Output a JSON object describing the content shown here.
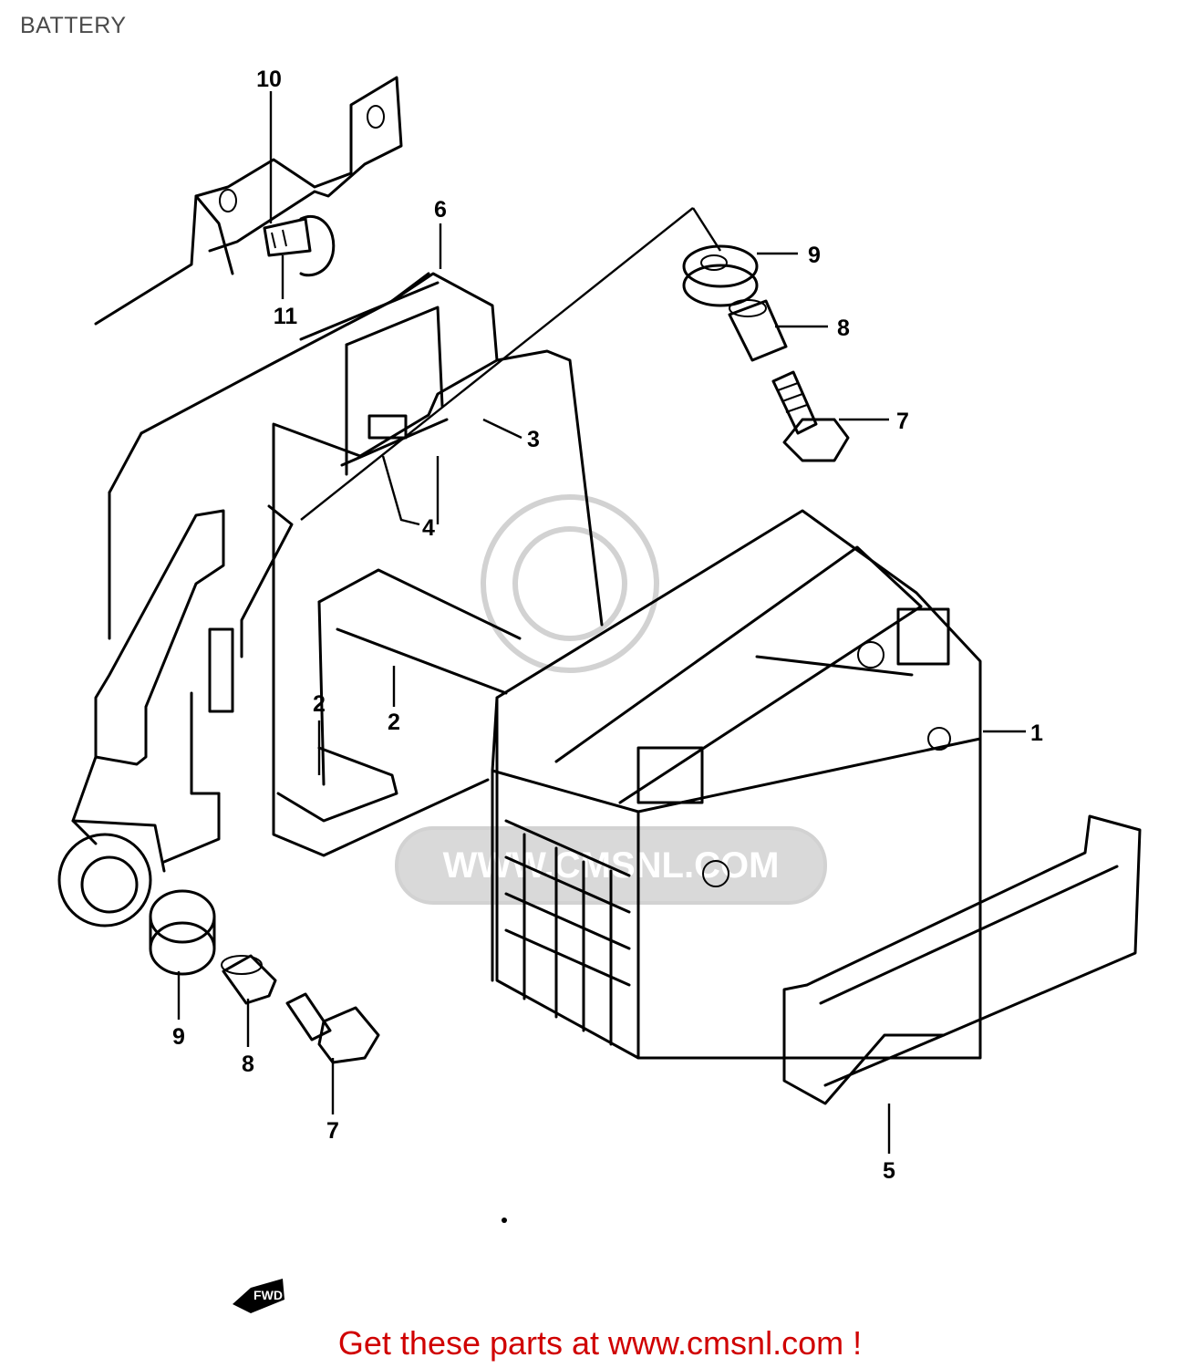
{
  "title": "BATTERY",
  "callouts": {
    "c1": "1",
    "c2a": "2",
    "c2b": "2",
    "c3": "3",
    "c4": "4",
    "c5": "5",
    "c6": "6",
    "c7a": "7",
    "c7b": "7",
    "c8a": "8",
    "c8b": "8",
    "c9a": "9",
    "c9b": "9",
    "c10": "10",
    "c11": "11"
  },
  "watermark": {
    "text": "WWW.CMSNL.COM"
  },
  "fwd_badge": "FWD",
  "footer": {
    "text": "Get these parts at www.cmsnl.com !"
  },
  "colors": {
    "footer_text": "#d00000",
    "title_text": "#4a4a4a",
    "line": "#000000",
    "watermark": "#d2d2d2"
  }
}
